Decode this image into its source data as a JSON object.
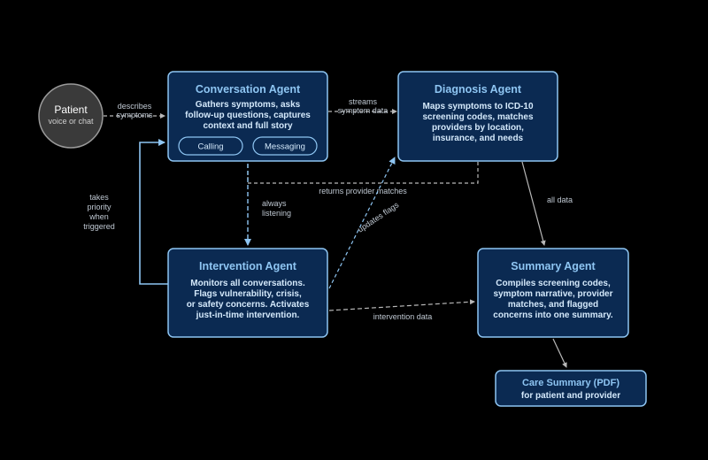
{
  "nodes": {
    "patient": {
      "title": "Patient",
      "subtitle": "voice or chat"
    },
    "conversation": {
      "title": "Conversation Agent",
      "body": [
        "Gathers symptoms, asks",
        "follow-up questions, captures",
        "context and full story"
      ],
      "buttons": [
        "Calling",
        "Messaging"
      ]
    },
    "diagnosis": {
      "title": "Diagnosis Agent",
      "body": [
        "Maps symptoms to ICD-10",
        "screening codes, matches",
        "providers by location,",
        "insurance, and needs"
      ]
    },
    "intervention": {
      "title": "Intervention Agent",
      "body": [
        "Monitors all conversations.",
        "Flags vulnerability, crisis,",
        "or safety concerns. Activates",
        "just-in-time intervention."
      ]
    },
    "summary": {
      "title": "Summary Agent",
      "body": [
        "Compiles screening codes,",
        "symptom narrative, provider",
        "matches, and flagged",
        "concerns into one summary."
      ]
    },
    "care": {
      "title": "Care Summary (PDF)",
      "subtitle": "for patient and provider"
    }
  },
  "edges": {
    "describes": [
      "describes",
      "symptoms"
    ],
    "streams": [
      "streams",
      "symptom data"
    ],
    "returns": "returns provider matches",
    "listening": [
      "always",
      "listening"
    ],
    "priority": [
      "takes",
      "priority",
      "when",
      "triggered"
    ],
    "flags": "updates flags",
    "all_data": "all data",
    "intervention_data": "intervention data"
  },
  "colors": {
    "box_fill": "#0b2a52",
    "box_stroke": "#8ec5f2",
    "arrow": "#8ec5f2",
    "connector": "#b8b8b8",
    "patient_fill": "#3a3a3a",
    "patient_stroke": "#9a9a9a"
  }
}
